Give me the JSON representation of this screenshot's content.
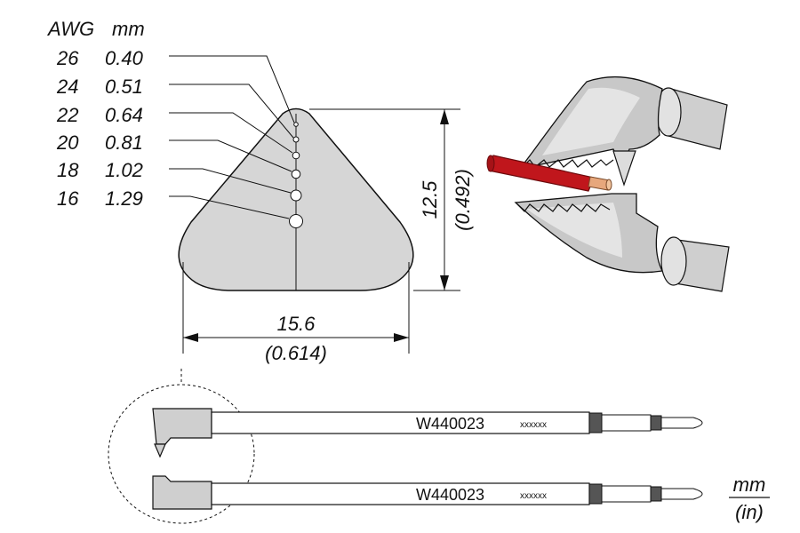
{
  "header": {
    "awg_label": "AWG",
    "mm_label": "mm"
  },
  "gauges": [
    {
      "awg": "26",
      "mm": "0.40"
    },
    {
      "awg": "24",
      "mm": "0.51"
    },
    {
      "awg": "22",
      "mm": "0.64"
    },
    {
      "awg": "20",
      "mm": "0.81"
    },
    {
      "awg": "18",
      "mm": "1.02"
    },
    {
      "awg": "16",
      "mm": "1.29"
    }
  ],
  "dimensions": {
    "height_mm": "12.5",
    "height_in": "(0.492)",
    "width_mm": "15.6",
    "width_in": "(0.614)"
  },
  "tips": {
    "part_number": "W440023",
    "serial": "xxxxxx"
  },
  "units": {
    "mm": "mm",
    "in": "(in)"
  },
  "colors": {
    "blade_fill": "#d6d6d6",
    "wire_insulation": "#c0161c",
    "wire_copper": "#e7a77c",
    "outline": "#111111"
  }
}
